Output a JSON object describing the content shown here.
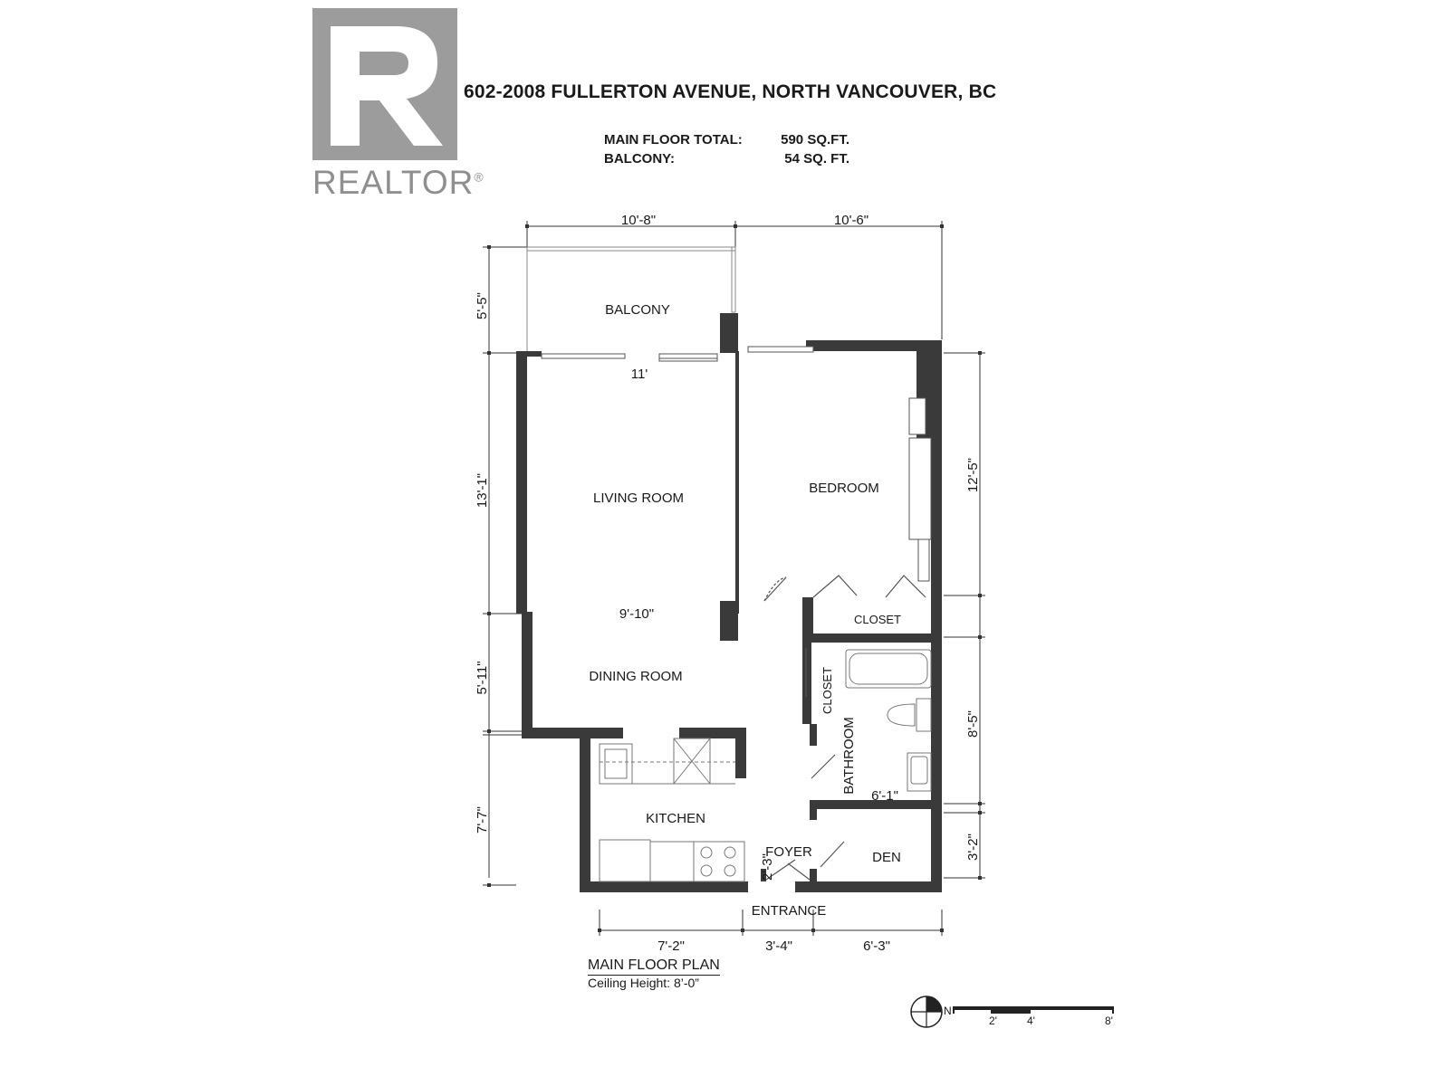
{
  "brand": {
    "name": "REALTOR",
    "mark": "®",
    "logo_letter": "R"
  },
  "listing": {
    "address": "602-2008 FULLERTON AVENUE, NORTH VANCOUVER, BC"
  },
  "areas": [
    {
      "label": "MAIN FLOOR TOTAL:",
      "value": "590 SQ.FT."
    },
    {
      "label": "BALCONY:",
      "value": "54 SQ. FT."
    }
  ],
  "rooms": {
    "balcony": "BALCONY",
    "living": "LIVING ROOM",
    "bedroom": "BEDROOM",
    "closet_bedroom": "CLOSET",
    "dining": "DINING ROOM",
    "closet_hall": "CLOSET",
    "bathroom": "BATHROOM",
    "kitchen": "KITCHEN",
    "foyer": "FOYER",
    "den": "DEN",
    "entrance": "ENTRANCE"
  },
  "dimensions": {
    "top_left": "10'-8\"",
    "top_right": "10'-6\"",
    "balcony_height": "5'-5\"",
    "living_width": "11'",
    "living_height": "13'-1\"",
    "bedroom_height": "12'-5\"",
    "dining_width": "9'-10\"",
    "dining_height": "5'-11\"",
    "bathroom_height": "8'-5\"",
    "bathroom_width": "6'-1\"",
    "kitchen_height": "7'-7\"",
    "den_height": "3'-2\"",
    "foyer_width": "2'-3\"",
    "bottom_left": "7'-2\"",
    "bottom_mid": "3'-4\"",
    "bottom_right": "6'-3\""
  },
  "caption": {
    "title": "MAIN FLOOR PLAN",
    "subtitle": "Ceiling Height: 8’-0”"
  },
  "compass": {
    "label": "N"
  },
  "scale": {
    "labels": [
      "2'",
      "4'",
      "8'"
    ]
  }
}
